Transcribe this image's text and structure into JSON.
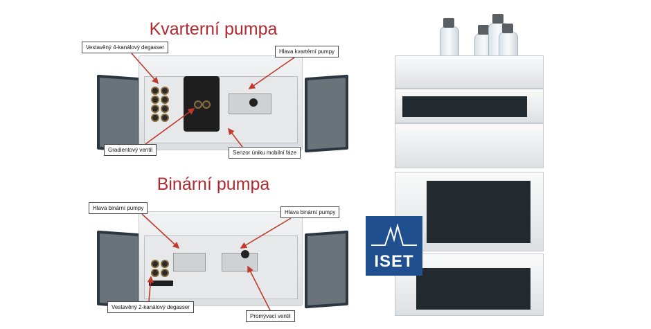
{
  "quaternary": {
    "title": "Kvarterní pumpa",
    "labels": {
      "degasser": "Vestavěný 4-kanálový degasser",
      "pump_head": "Hlava kvartérní pumpy",
      "gradient_valve": "Gradientový ventil",
      "leak_sensor": "Senzor úniku mobilní fáze"
    }
  },
  "binary": {
    "title": "Binární pumpa",
    "labels": {
      "pump_head_left": "Hlava binární pumpy",
      "pump_head_right": "Hlava binární pumpy",
      "degasser": "Vestavěný 2-kanálový degasser",
      "purge_valve": "Promývací ventil"
    }
  },
  "logo": {
    "text": "ISET",
    "color": "#1f4f8f"
  },
  "colors": {
    "title": "#b02a30",
    "arrow": "#c0392b"
  }
}
